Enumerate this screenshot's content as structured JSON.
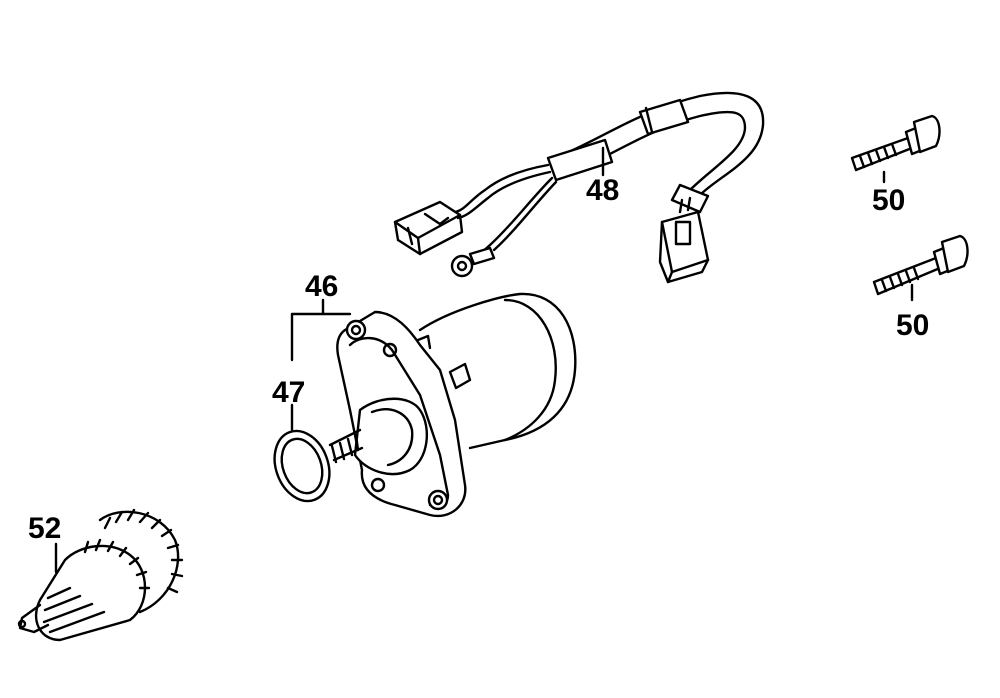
{
  "callouts": {
    "c46": "46",
    "c47": "47",
    "c48": "48",
    "c50a": "50",
    "c50b": "50",
    "c52": "52"
  },
  "colors": {
    "ink": "#000000",
    "paper": "#ffffff"
  },
  "parts": [
    {
      "id": "46",
      "icon": "starter-motor-icon"
    },
    {
      "id": "47",
      "icon": "o-ring-icon"
    },
    {
      "id": "48",
      "icon": "wiring-harness-icon"
    },
    {
      "id": "50",
      "icon": "flange-bolt-icon"
    },
    {
      "id": "52",
      "icon": "starter-drive-gear-icon"
    }
  ]
}
